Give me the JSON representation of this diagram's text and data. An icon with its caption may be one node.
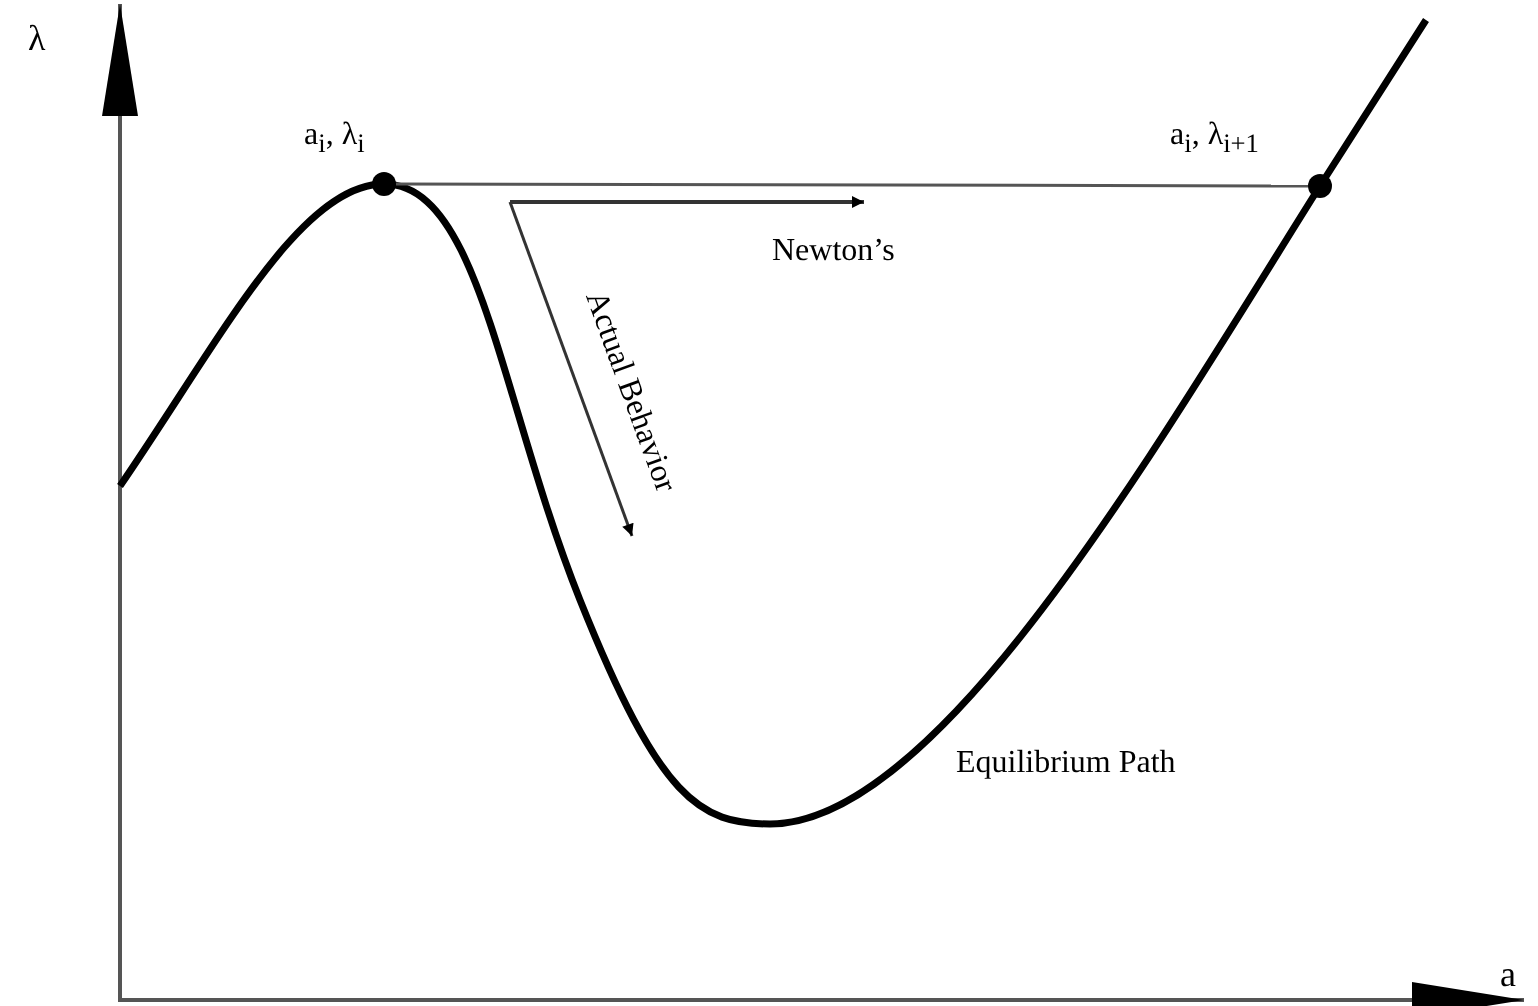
{
  "diagram": {
    "nodes": [
      {
        "text": [
          "a$_{i}$, λ$_{i}$"
        ]
      },
      {
        "text": [
          "a$_{i}$, λ$_{i+1}$"
        ]
      }
    ],
    "edges": [
      {
        "from": 0,
        "to": 1,
        "arrow": "none"
      }
    ],
    "labels": [
      "λ",
      "Newton’s",
      "Actual Behavior",
      "Equilibrium Path",
      "a"
    ]
  }
}
